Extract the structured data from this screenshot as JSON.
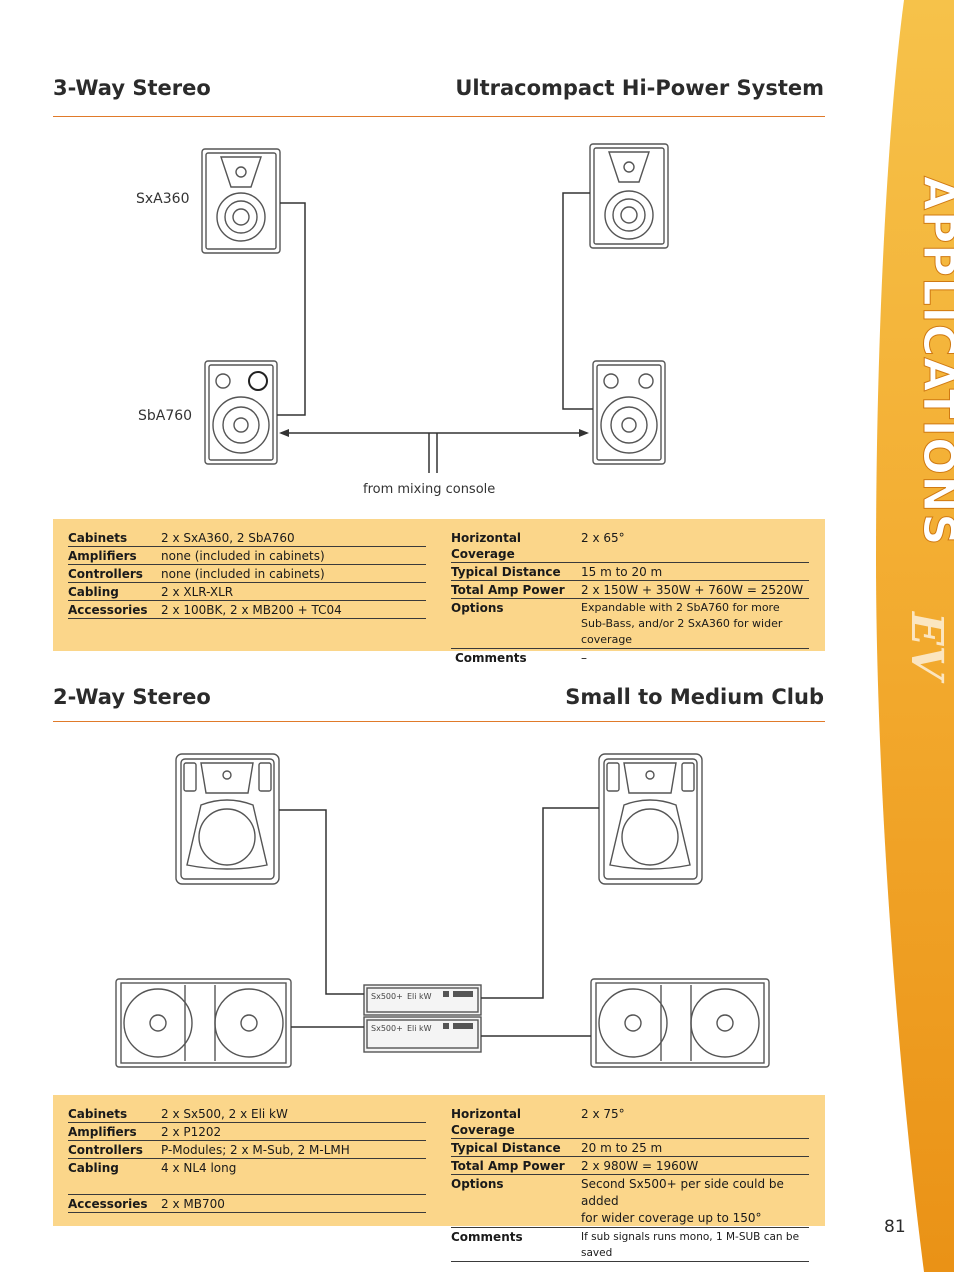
{
  "side_tab": {
    "text": "APPLICATIONS",
    "logo": "EV",
    "color_top": "#f4b43a",
    "color_bottom": "#e8921a"
  },
  "section1": {
    "title_left": "3-Way Stereo",
    "title_right": "Ultracompact Hi-Power System",
    "diagram": {
      "label_top": "SxA360",
      "label_bottom": "SbA760",
      "label_console": "from mixing console"
    },
    "specs_left": [
      {
        "k": "Cabinets",
        "v": "2 x SxA360, 2 SbA760"
      },
      {
        "k": "Amplifiers",
        "v": "none (included in cabinets)"
      },
      {
        "k": "Controllers",
        "v": "none (included in cabinets)"
      },
      {
        "k": "Cabling",
        "v": "2 x XLR-XLR"
      },
      {
        "k": "Accessories",
        "v": "2 x 100BK, 2 x MB200 + TC04"
      }
    ],
    "specs_right": [
      {
        "k": "Horizontal Coverage",
        "v": "2 x 65°"
      },
      {
        "k": "Typical Distance",
        "v": "15 m to 20 m"
      },
      {
        "k": "Total Amp Power",
        "v": "2 x 150W + 350W + 760W = 2520W"
      },
      {
        "k": "Options",
        "v": "Expandable with 2 SbA760 for more",
        "v2": "Sub-Bass, and/or 2 SxA360 for wider coverage"
      },
      {
        "k": "Comments",
        "v": "–"
      }
    ]
  },
  "section2": {
    "title_left": "2-Way Stereo",
    "title_right": "Small to Medium Club",
    "diagram": {
      "amp_label_1": "Sx500+",
      "amp_label_2": "Eli kW",
      "amp_label_3": "Sx500+",
      "amp_label_4": "Eli kW"
    },
    "specs_left": [
      {
        "k": "Cabinets",
        "v": "2 x Sx500, 2 x Eli kW"
      },
      {
        "k": "Amplifiers",
        "v": "2 x P1202"
      },
      {
        "k": "Controllers",
        "v": "P-Modules; 2 x M-Sub, 2 M-LMH"
      },
      {
        "k": "Cabling",
        "v": "4 x NL4 long"
      },
      {
        "k": "Accessories",
        "v": "2 x MB700"
      }
    ],
    "specs_right": [
      {
        "k": "Horizontal Coverage",
        "v": "2 x 75°"
      },
      {
        "k": "Typical Distance",
        "v": "20 m to 25 m"
      },
      {
        "k": "Total Amp Power",
        "v": "2 x 980W = 1960W"
      },
      {
        "k": "Options",
        "v": "Second Sx500+ per side could be added",
        "v2": "for wider coverage up to 150°"
      },
      {
        "k": "Comments",
        "v": "If sub signals runs mono, 1 M-SUB can be saved"
      }
    ]
  },
  "page_number": "81"
}
